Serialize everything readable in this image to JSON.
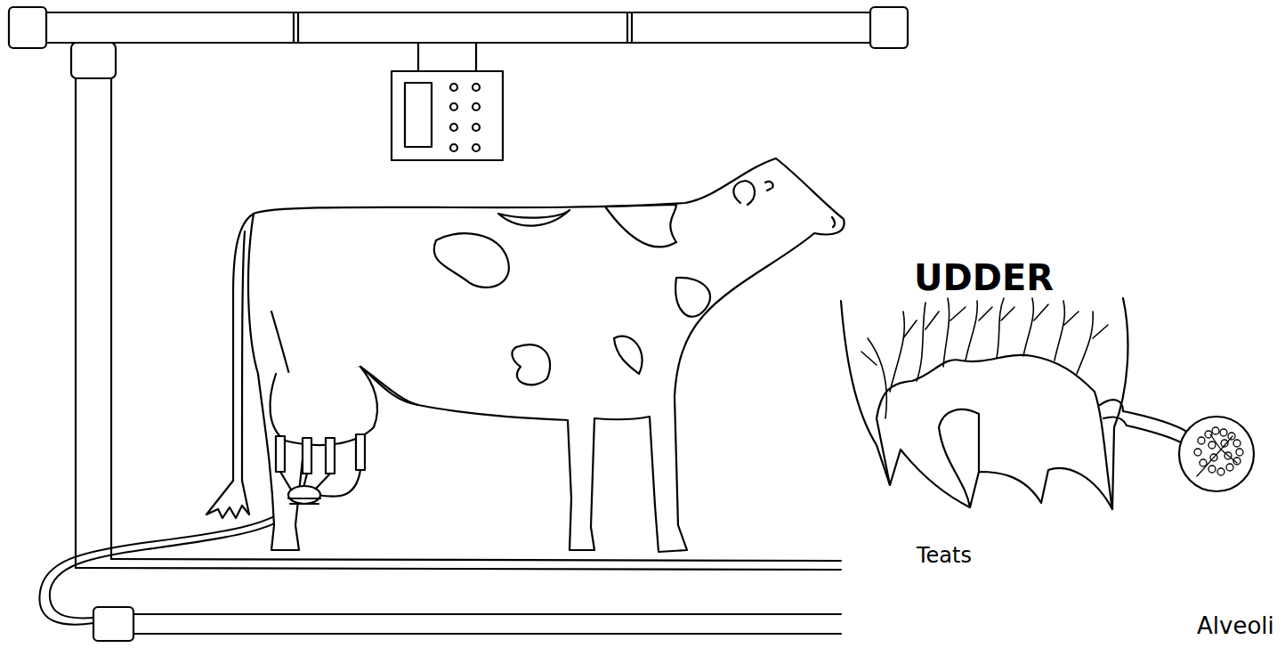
{
  "diagram": {
    "labels": [
      "UDDER",
      "Teats",
      "Alveoli"
    ]
  }
}
